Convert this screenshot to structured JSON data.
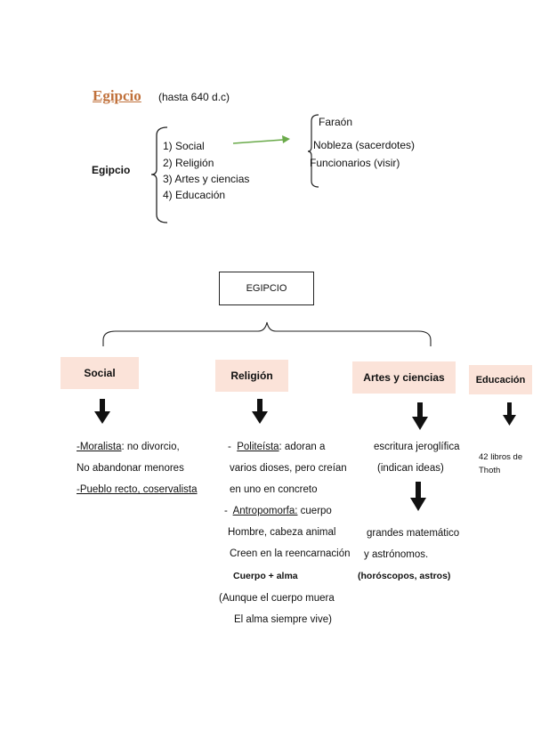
{
  "header": {
    "title": "Egipcio",
    "period": "(hasta 640 d.c)"
  },
  "outline": {
    "root_label": "Egipcio",
    "items": [
      "1)  Social",
      "2)  Religión",
      "3)  Artes y ciencias",
      "4)  Educación"
    ],
    "social_classes": [
      "Faraón",
      "Nobleza (sacerdotes)",
      "Funcionarios (visir)"
    ],
    "arrow_color": "#6aaa4a"
  },
  "diagram": {
    "root": "EGIPCIO",
    "branches": {
      "social": {
        "title": "Social",
        "line1_label": "-Moralista",
        "line1_rest": ": no divorcio,",
        "line2": "No abandonar menores",
        "line3_label": "-Pueblo recto, coservalista"
      },
      "religion": {
        "title": "Religión",
        "line1_prefix": "-  ",
        "line1_label": "Politeísta",
        "line1_rest": ": adoran a",
        "line2": "varios dioses, pero creían",
        "line3": "en uno en concreto",
        "line4_prefix": "-  ",
        "line4_label": "Antropomorfa:",
        "line4_rest": " cuerpo",
        "line5": "Hombre, cabeza animal",
        "line6": "Creen en la reencarnación",
        "line7": "Cuerpo + alma",
        "line8": "(Aunque el cuerpo muera",
        "line9": "El alma siempre vive)"
      },
      "artes": {
        "title": "Artes y ciencias",
        "line1": "escritura jeroglífica",
        "line2": "(indican ideas)",
        "line3": "grandes matemático",
        "line4": "y astrónomos.",
        "line5": "(horóscopos, astros)"
      },
      "educacion": {
        "title": "Educación",
        "line1": "42 libros de",
        "line2": "Thoth"
      }
    },
    "box_color": "#fbe3d9"
  }
}
